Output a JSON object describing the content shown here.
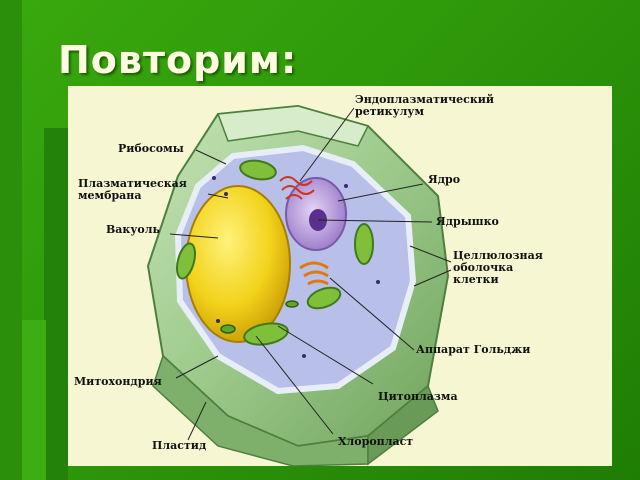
{
  "slide": {
    "title": "Повторим:"
  },
  "diagram": {
    "labels": {
      "er": "Эндоплазматический\nретикулум",
      "ribosomes": "Рибосомы",
      "membrane": "Плазматическая\nмембрана",
      "nucleus": "Ядро",
      "vacuole": "Вакуоль",
      "nucleolus": "Ядрышко",
      "cell_wall": "Целлюлозная\nоболочка\nклетки",
      "golgi": "Аппарат Гольджи",
      "mitochondrion": "Митохондрия",
      "cytoplasm": "Цитоплазма",
      "chloroplast": "Хлоропласт",
      "plastid": "Пластид"
    }
  },
  "colors": {
    "background": "#2f9a0a",
    "panel": "#f6f7d2",
    "cell_wall": "#9cc98a",
    "cytoplasm": "#b8c0ea",
    "vacuole": "#f2d21a",
    "nucleus": "#b79cdc",
    "chloroplast": "#7fbf3a"
  }
}
